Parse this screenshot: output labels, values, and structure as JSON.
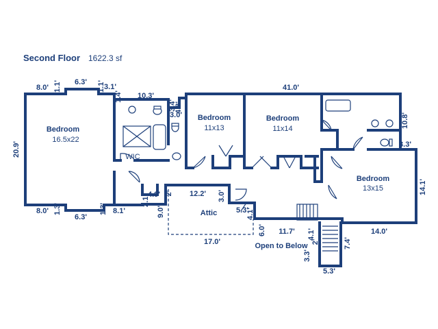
{
  "header": {
    "floor_title": "Second Floor",
    "area": "1622.3 sf"
  },
  "rooms": {
    "bedroom1_name": "Bedroom",
    "bedroom1_size": "16.5x22",
    "bedroom2_name": "Bedroom",
    "bedroom2_size": "11x13",
    "bedroom3_name": "Bedroom",
    "bedroom3_size": "11x14",
    "bedroom4_name": "Bedroom",
    "bedroom4_size": "13x15",
    "wic": "WIC",
    "attic": "Attic",
    "open_to_below": "Open to Below"
  },
  "dimensions": {
    "d_8_0_top": "8.0'",
    "d_1_1": "1.1'",
    "d_6_3_top": "6.3'",
    "d_1_1_right": "1.1'",
    "d_3_1": "3.1'",
    "d_1_4": "1.4'",
    "d_10_3": "10.3'",
    "d_41_0": "41.0'",
    "d_20_9": "20.9'",
    "d_3_4": "3.4'",
    "d_4_8": "4.8'",
    "d_3_0_top": "3.0'",
    "d_10_8": "10.8'",
    "d_3_3_right": "3.3'",
    "d_14_1": "14.1'",
    "d_8_0_bottom": "8.0'",
    "d_1_3_left": "1.3'",
    "d_6_3_bottom": "6.3'",
    "d_1_3_right": "1.3'",
    "d_8_1": "8.1'",
    "d_2_1": "2.1'",
    "d_4_9": "4.9'",
    "d_2": "2'",
    "d_12_2": "12.2'",
    "d_9_0": "9.0'",
    "d_3_0_attic": "3.0'",
    "d_5_3_attic": "5.3'",
    "d_4_1_attic": "4.1'",
    "d_6_0": "6.0'",
    "d_11_7": "11.7'",
    "d_17_0": "17.0'",
    "d_4_1_stair": "4.1'",
    "d_2_stair": "2'",
    "d_14_0": "14.0'",
    "d_7_4": "7.4'",
    "d_3_3_stair": "3.3'",
    "d_5_3_stair": "5.3'"
  }
}
